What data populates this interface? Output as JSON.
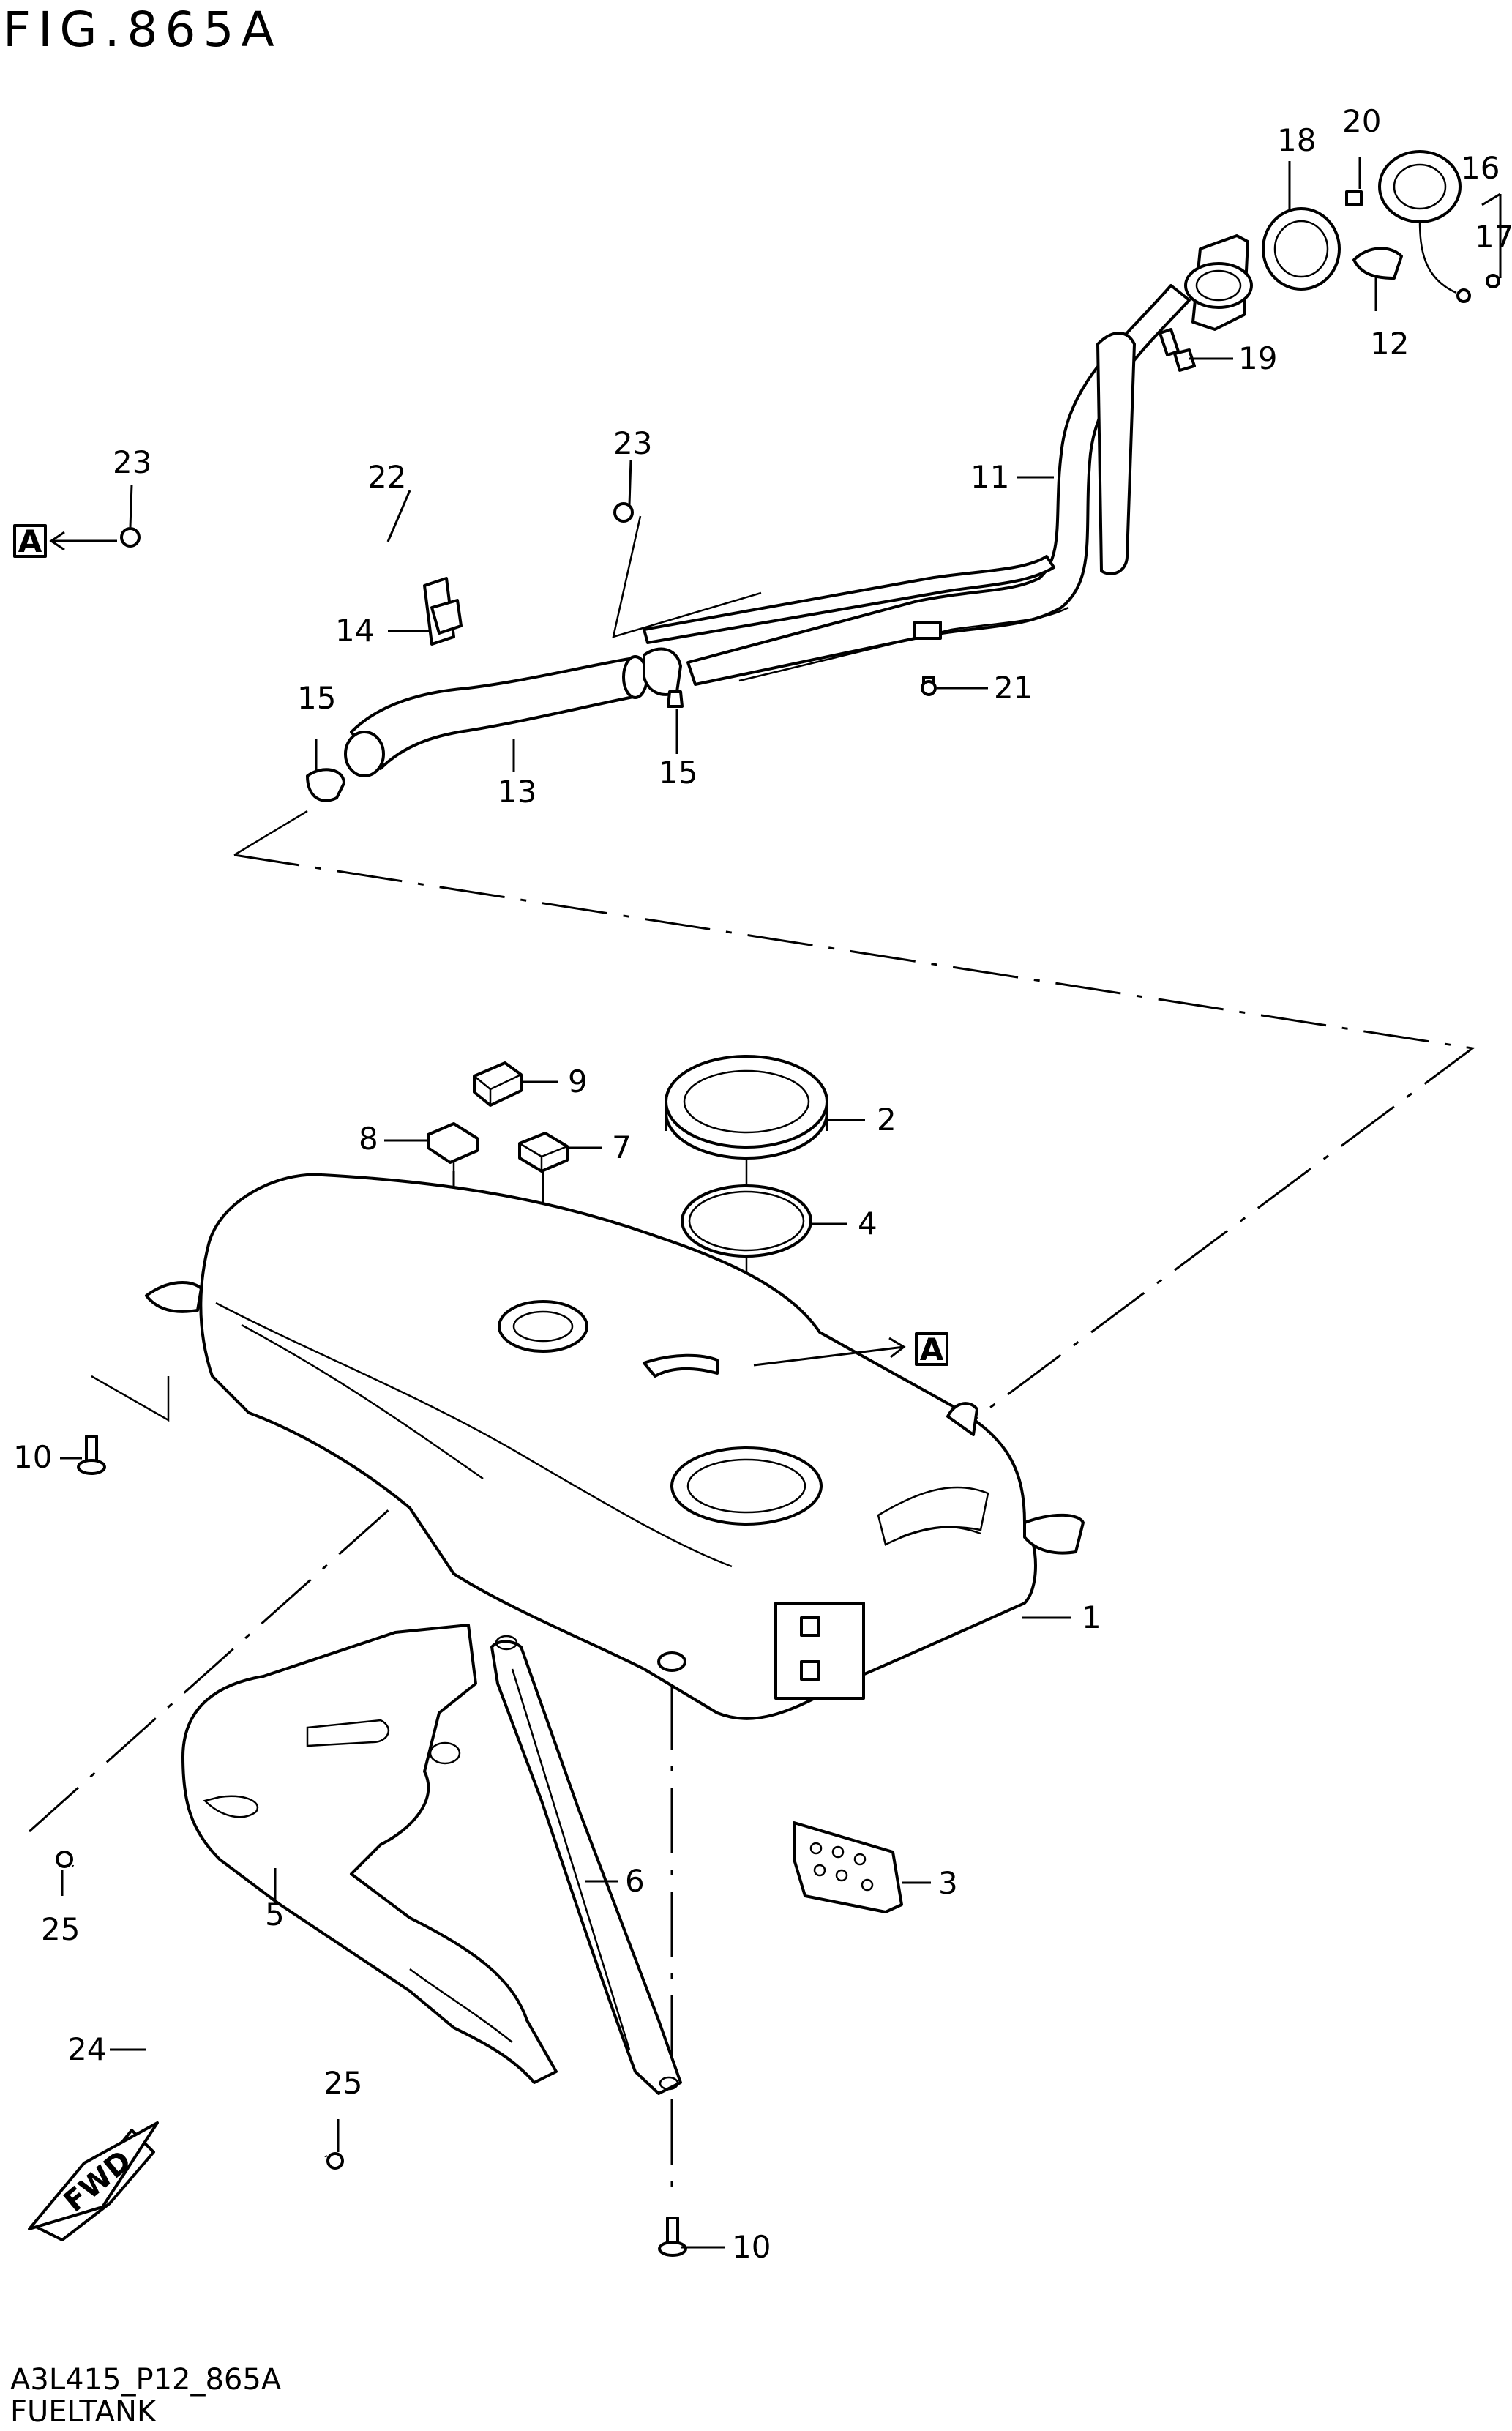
{
  "figure": {
    "title": "FIG.865A"
  },
  "footer": {
    "code": "A3L415_P12_865A",
    "name": "FUELTANK"
  },
  "arrows": {
    "ref_label": "A",
    "direction_label": "FWD"
  },
  "callouts": [
    "1",
    "2",
    "3",
    "4",
    "5",
    "6",
    "7",
    "8",
    "9",
    "10",
    "10",
    "11",
    "12",
    "13",
    "14",
    "15",
    "15",
    "16",
    "17",
    "18",
    "19",
    "20",
    "21",
    "22",
    "23",
    "23",
    "24",
    "25",
    "25"
  ]
}
